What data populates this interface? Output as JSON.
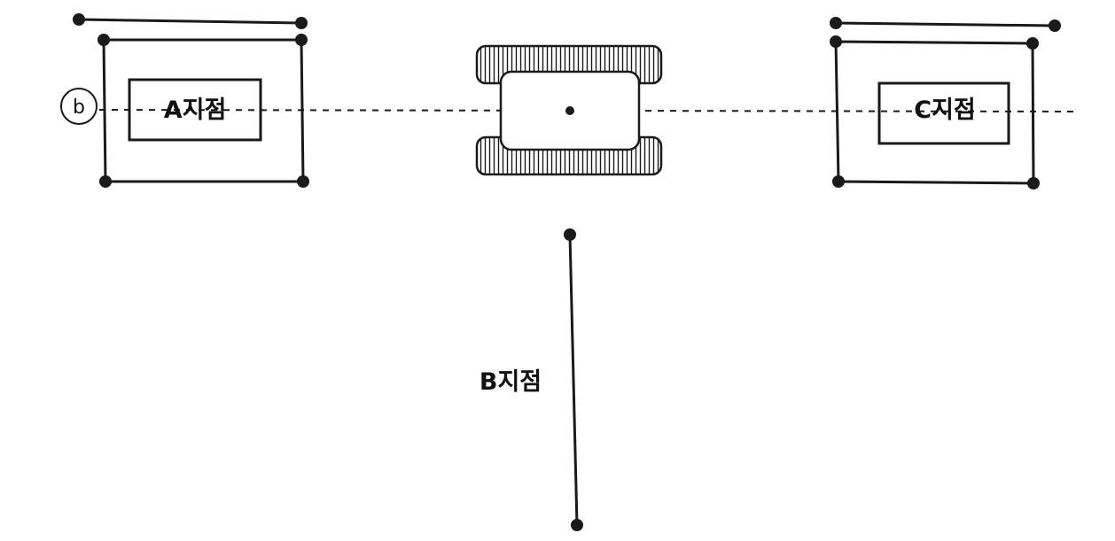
{
  "labels": {
    "point_a": "A지점",
    "point_b": "B지점",
    "point_c": "C지점"
  },
  "marker": {
    "symbol": "b"
  }
}
